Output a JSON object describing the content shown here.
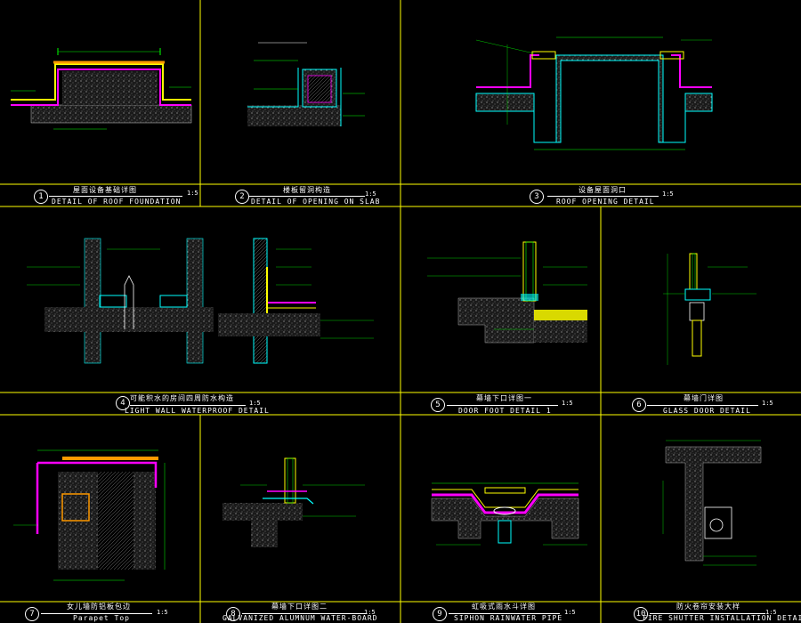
{
  "colors": {
    "background": "#000000",
    "grid": "#ffff00",
    "title": "#ffffff",
    "leader": "#00ff00",
    "cyan": "#00ffff",
    "magenta": "#ff00ff",
    "hatch": "#9a9a9a",
    "annotation": "#ffffff",
    "yellow": "#ffff00",
    "orange": "#ff9900"
  },
  "panels": [
    {
      "num": "1",
      "cn": "屋面设备基础详图",
      "en": "DETAIL OF ROOF FOUNDATION",
      "scale": "1:5"
    },
    {
      "num": "2",
      "cn": "楼板留洞构造",
      "en": "DETAIL OF OPENING ON SLAB",
      "scale": "1:5"
    },
    {
      "num": "3",
      "cn": "设备屋面洞口",
      "en": "ROOF OPENING   DETAIL",
      "scale": "1:5"
    },
    {
      "num": "4",
      "cn": "可能积水的房间四周防水构造",
      "en": "LIGHT WALL WATERPROOF DETAIL",
      "scale": "1:5"
    },
    {
      "num": "5",
      "cn": "幕墙下口详图一",
      "en": "DOOR FOOT DETAIL 1",
      "scale": "1:5"
    },
    {
      "num": "6",
      "cn": "幕墙门详图",
      "en": "GLASS DOOR DETAIL",
      "scale": "1:5"
    },
    {
      "num": "7",
      "cn": "女儿墙防铝板包边",
      "en": "Parapet Top",
      "scale": "1:5"
    },
    {
      "num": "8",
      "cn": "幕墙下口详图二",
      "en": "GALVANIZED ALUMNUM WATER-BOARD",
      "scale": "1:5"
    },
    {
      "num": "9",
      "cn": "虹吸式雨水斗详图",
      "en": "SIPHON RAINWATER PIPE",
      "scale": "1:5"
    },
    {
      "num": "10",
      "cn": "防火卷帘安装大样",
      "en": "FIRE SHUTTER INSTALLATION DETAIL",
      "scale": "1:5"
    }
  ]
}
